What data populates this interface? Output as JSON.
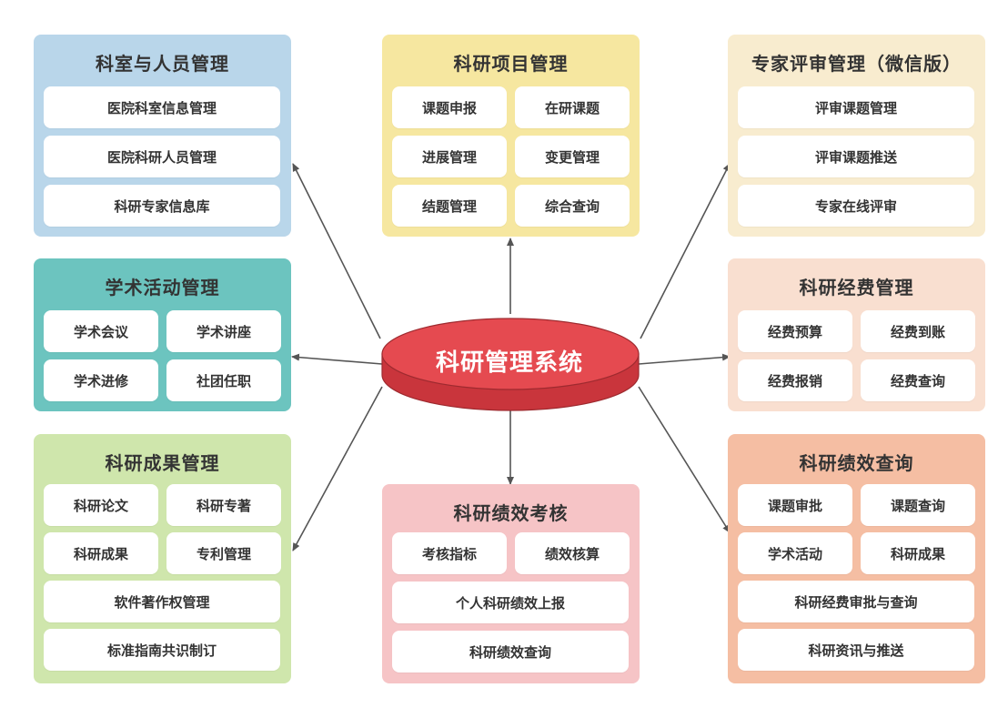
{
  "center": {
    "title": "科研管理系统",
    "color": "#e54a50"
  },
  "modules": [
    {
      "id": "dept",
      "title": "科室与人员管理",
      "color": "#b9d6ea",
      "items": [
        "医院科室信息管理",
        "医院科研人员管理",
        "科研专家信息库"
      ]
    },
    {
      "id": "project",
      "title": "科研项目管理",
      "color": "#f6e7a0",
      "items": [
        "课题申报",
        "在研课题",
        "进展管理",
        "变更管理",
        "结题管理",
        "综合查询"
      ]
    },
    {
      "id": "expert",
      "title": "专家评审管理（微信版）",
      "color": "#f8eccf",
      "items": [
        "评审课题管理",
        "评审课题推送",
        "专家在线评审"
      ]
    },
    {
      "id": "academic",
      "title": "学术活动管理",
      "color": "#6cc4bf",
      "items": [
        "学术会议",
        "学术讲座",
        "学术进修",
        "社团任职"
      ]
    },
    {
      "id": "funds",
      "title": "科研经费管理",
      "color": "#f9dfd0",
      "items": [
        "经费预算",
        "经费到账",
        "经费报销",
        "经费查询"
      ]
    },
    {
      "id": "results",
      "title": "科研成果管理",
      "color": "#cfe6ac",
      "items": [
        "科研论文",
        "科研专著",
        "科研成果",
        "专利管理",
        "软件著作权管理",
        "标准指南共识制订"
      ]
    },
    {
      "id": "assess",
      "title": "科研绩效考核",
      "color": "#f6c4c6",
      "items": [
        "考核指标",
        "绩效核算",
        "个人科研绩效上报",
        "科研绩效查询"
      ]
    },
    {
      "id": "perf",
      "title": "科研绩效查询",
      "color": "#f5bea3",
      "items": [
        "课题审批",
        "课题查询",
        "学术活动",
        "科研成果",
        "科研经费审批与查询",
        "科研资讯与推送"
      ]
    }
  ]
}
